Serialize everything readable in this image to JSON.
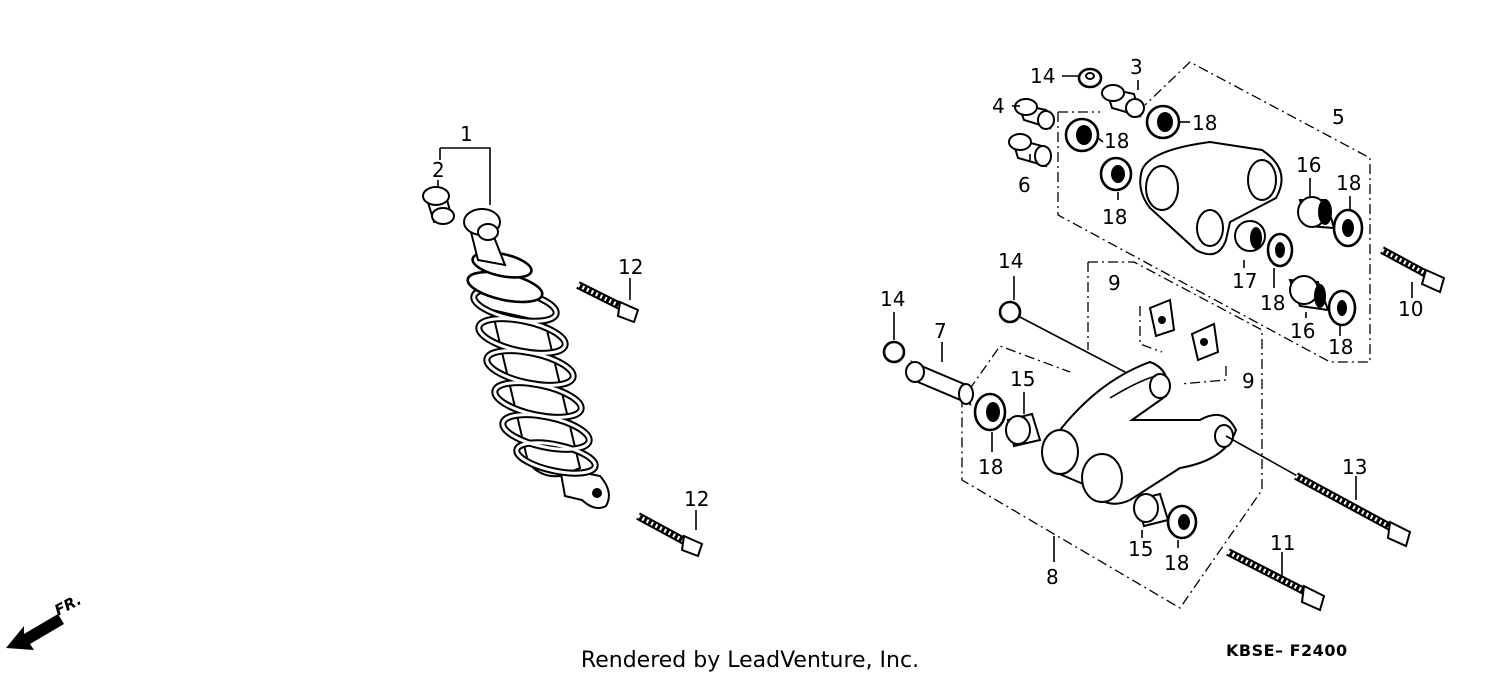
{
  "callouts": {
    "c1": "1",
    "c2": "2",
    "c12a": "12",
    "c12b": "12",
    "c14a": "14",
    "c3": "3",
    "c4": "4",
    "c18a": "18",
    "c18b": "18",
    "c6": "6",
    "c18c": "18",
    "c5": "5",
    "c16a": "16",
    "c18d": "18",
    "c14b": "14",
    "c9a": "9",
    "c17": "17",
    "c18e": "18",
    "c16b": "16",
    "c18f": "18",
    "c10": "10",
    "c14c": "14",
    "c7": "7",
    "c9b": "9",
    "c15a": "15",
    "c18g": "18",
    "c13": "13",
    "c15b": "15",
    "c18h": "18",
    "c8": "8",
    "c11": "11"
  },
  "fr_label": "FR.",
  "footer": "Rendered by LeadVenture, Inc.",
  "diagram_code": "KBSE– F2400"
}
